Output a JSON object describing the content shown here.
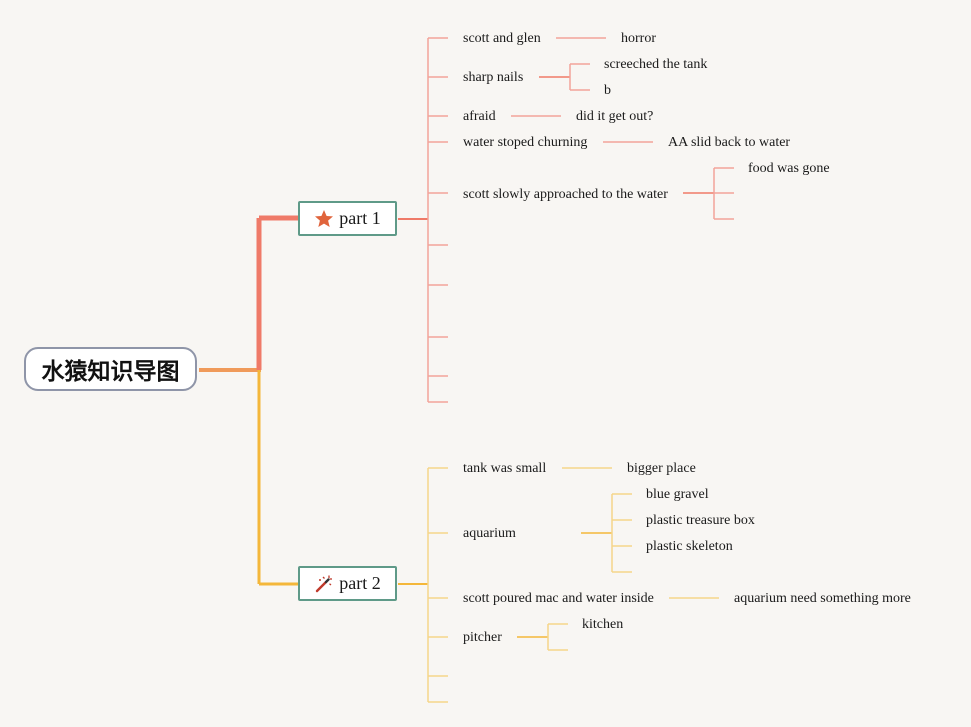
{
  "root": {
    "label": "水猿知识导图"
  },
  "colors": {
    "root_line": "#f09a5a",
    "branch1": "#ef7a68",
    "branch1_light": "#f2a49a",
    "branch2": "#f4b73a",
    "branch2_light": "#f6d58a",
    "node_border": "#5f9a88",
    "star": "#e0643c"
  },
  "branches": [
    {
      "label": "part 1",
      "icon": "star-icon",
      "topics": [
        {
          "label": "scott and glen",
          "children": [
            "horror"
          ]
        },
        {
          "label": "sharp nails",
          "children": [
            "screeched the tank",
            "b"
          ]
        },
        {
          "label": "afraid",
          "children": [
            "did it get out?"
          ]
        },
        {
          "label": "water stoped churning",
          "children": [
            "AA slid back to water"
          ]
        },
        {
          "label": "scott slowly approached to the water",
          "children": [
            "food was gone",
            "",
            ""
          ]
        }
      ]
    },
    {
      "label": "part 2",
      "icon": "magic-wand-icon",
      "topics": [
        {
          "label": "tank was small",
          "children": [
            "bigger place"
          ]
        },
        {
          "label": "aquarium",
          "children": [
            "blue gravel",
            "plastic treasure box",
            "plastic skeleton",
            ""
          ]
        },
        {
          "label": "scott poured mac and water inside",
          "children": [
            "aquarium need something more"
          ]
        },
        {
          "label": "pitcher",
          "children": [
            "kitchen",
            ""
          ]
        }
      ]
    }
  ]
}
